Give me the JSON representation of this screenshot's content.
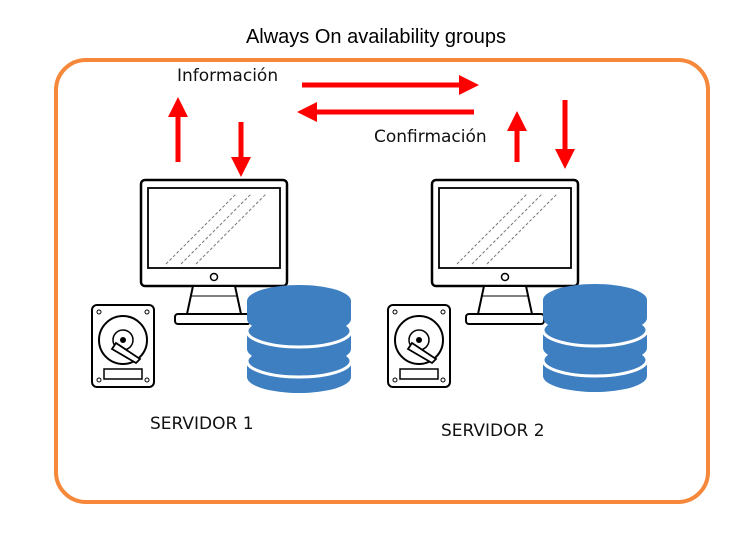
{
  "title": "Always On availability groups",
  "labels": {
    "info": "Información",
    "confirm": "Confirmación"
  },
  "servers": [
    {
      "name": "SERVIDOR 1"
    },
    {
      "name": "SERVIDOR 2"
    }
  ],
  "colors": {
    "frame": "#f5883a",
    "arrow": "#ff0000",
    "database": "#3d7fc1",
    "ink": "#111111"
  },
  "icons": [
    "monitor-icon",
    "hard-drive-icon",
    "database-icon",
    "arrow-icon"
  ]
}
